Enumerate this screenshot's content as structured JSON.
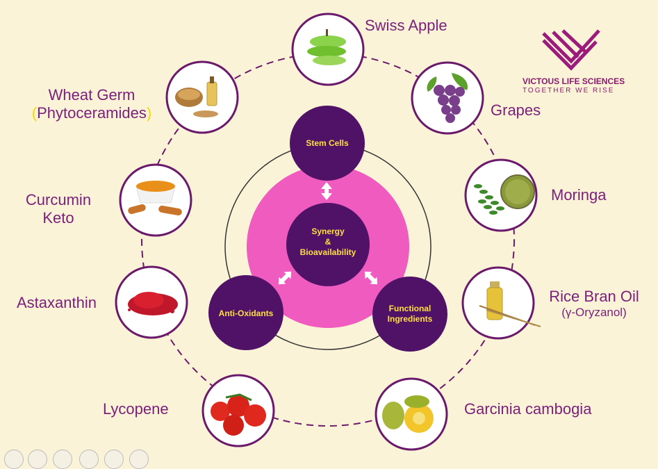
{
  "brand": {
    "name": "VICTOUS LIFE SCIENCES",
    "tagline": "TOGETHER WE RISE",
    "color": "#9b1b7c"
  },
  "colors": {
    "purple": "#4f1267",
    "pink": "#ef5bbf",
    "ring_stroke": "#6b1a6b",
    "label": "#7b1f7a",
    "accent_yellow": "#ffe040"
  },
  "hub": {
    "center_line1": "Synergy",
    "center_line2": "&",
    "center_line3": "Bioavailability",
    "top": "Stem Cells",
    "left": "Anti-Oxidants",
    "right_line1": "Functional",
    "right_line2": "Ingredients"
  },
  "ingredients": {
    "swiss_apple": "Swiss Apple",
    "grapes": "Grapes",
    "moringa": "Moringa",
    "rice_bran_line1": "Rice Bran Oil",
    "rice_bran_line2": "(γ-Oryzanol)",
    "garcinia": "Garcinia cambogia",
    "lycopene": "Lycopene",
    "astaxanthin": "Astaxanthin",
    "curcumin_line1": "Curcumin",
    "curcumin_line2": "Keto",
    "wheat_line1": "Wheat Germ",
    "wheat_paren_open": "(",
    "wheat_line2": "Phytoceramides",
    "wheat_paren_close": ")"
  }
}
